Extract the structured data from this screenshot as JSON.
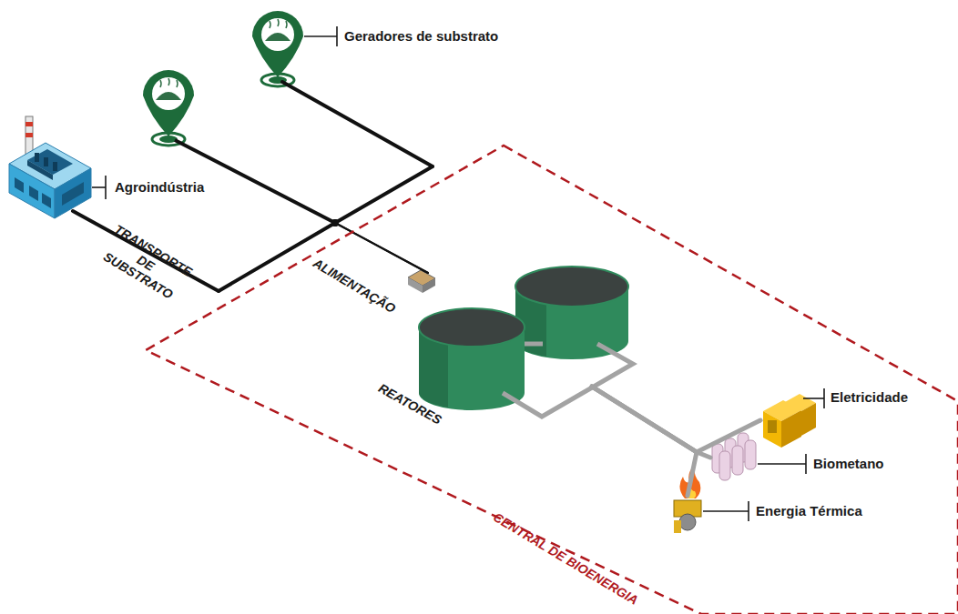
{
  "diagram": {
    "nodes": [
      {
        "text": [
          "Agroindústria"
        ]
      },
      {
        "text": [
          "Geradores de substrato"
        ]
      },
      {
        "text": [
          "CENTRAL DE BIOENERGIA"
        ]
      },
      {
        "text": [
          "REATORES"
        ],
        "in": 2
      },
      {
        "text": [
          "Eletricidade"
        ],
        "in": 2
      },
      {
        "text": [
          "Biometano"
        ],
        "in": 2
      },
      {
        "text": [
          "Energia Térmica"
        ],
        "in": 2
      }
    ],
    "edges": [
      {
        "from": 0,
        "to": 3,
        "label": "TRANSPORTE DE SUBSTRATO",
        "arrow": "none"
      },
      {
        "from": 1,
        "to": 3,
        "label": "ALIMENTAÇÃO",
        "arrow": "none"
      },
      {
        "from": 3,
        "to": 4,
        "arrow": "none"
      },
      {
        "from": 3,
        "to": 5,
        "arrow": "none"
      },
      {
        "from": 3,
        "to": 6,
        "arrow": "none"
      }
    ]
  }
}
